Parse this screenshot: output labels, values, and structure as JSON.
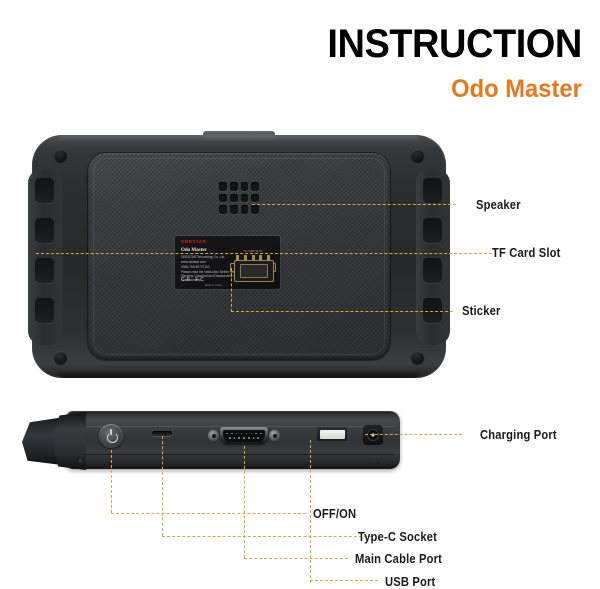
{
  "header": {
    "title": "INSTRUCTION",
    "subtitle": "Odo Master",
    "subtitle_color": "#E8791B"
  },
  "leader_line_color": "#D4A843",
  "back_view": {
    "name": "device-back-view",
    "callouts": [
      {
        "id": "speaker",
        "label": "Speaker"
      },
      {
        "id": "tf-card-slot",
        "label": "TF Card Slot"
      },
      {
        "id": "sticker",
        "label": "Sticker"
      }
    ],
    "sticker": {
      "brand": "OBDSTAR",
      "brand_color": "#C8222A",
      "model": "Odo Master",
      "company": "OBDSTAR Technology Co.,Ltd",
      "website": "www.obdstar.com",
      "phone": "0086-755-86707161",
      "notice": "Please read the Instruction Before Using. Warning: Unauthorized Disassembly Will Void Warranty.",
      "certs": "CE FC",
      "made_in": "Made in China",
      "tf_caption": "TF CARD SLOT"
    }
  },
  "edge_view": {
    "name": "device-bottom-edge-view",
    "callouts": [
      {
        "id": "charging-port",
        "label": "Charging Port"
      },
      {
        "id": "off-on",
        "label": "OFF/ON"
      },
      {
        "id": "type-c-socket",
        "label": "Type-C Socket"
      },
      {
        "id": "main-cable-port",
        "label": "Main Cable Port"
      },
      {
        "id": "usb-port",
        "label": "USB Port"
      }
    ]
  }
}
